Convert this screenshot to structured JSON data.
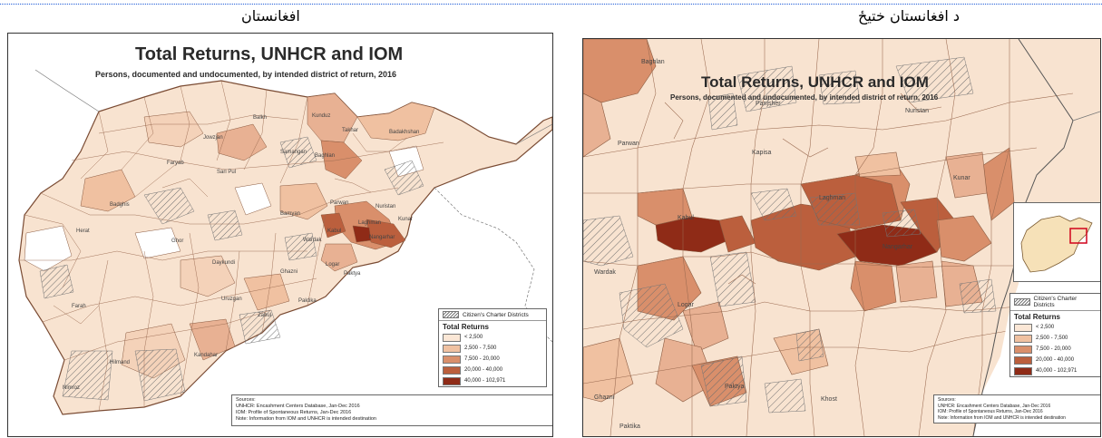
{
  "captions": {
    "left": "افغانستان",
    "right": "د افغانستان ختيځ"
  },
  "map_title": "Total Returns, UNHCR and IOM",
  "map_subtitle": "Persons, documented and undocumented, by intended district of return, 2016",
  "legend": {
    "cc_label": "Citizen's Charter Districts",
    "title": "Total Returns",
    "classes": [
      {
        "label": "< 2,500",
        "color": "#fbe7d6"
      },
      {
        "label": "2,500 - 7,500",
        "color": "#f0c1a1"
      },
      {
        "label": "7,500 - 20,000",
        "color": "#d98f6b"
      },
      {
        "label": "20,000 - 40,000",
        "color": "#bb5f3d"
      },
      {
        "label": "40,000 - 102,971",
        "color": "#8f2b17"
      }
    ]
  },
  "sources": {
    "heading": "Sources:",
    "line1": "UNHCR: Encashment Centers Database, Jan-Dec 2016",
    "line2": "IOM: Profile of Spontaneous Returns, Jan-Dec 2016",
    "line3": "Note: Information from IOM and UNHCR is intended destination"
  },
  "left_places": [
    "Jowzjan",
    "Balkh",
    "Kunduz",
    "Takhar",
    "Badakhshan",
    "Faryab",
    "Samangan",
    "Baghlan",
    "Sari Pul",
    "Badghis",
    "Nuristan",
    "Kunar",
    "Bamyan",
    "Parwan",
    "Kabul",
    "Laghman",
    "Nangarhar",
    "Herat",
    "Ghor",
    "Daykundi",
    "Wardak",
    "Logar",
    "Paktya",
    "Ghazni",
    "Uruzgan",
    "Farah",
    "Zabul",
    "Paktika",
    "Hilmand",
    "Kandahar",
    "Nimroz"
  ],
  "right_places": [
    "Baghlan",
    "Panjsher",
    "Nuristan",
    "Parwan",
    "Kapisa",
    "Kunar",
    "Laghman",
    "Kabul",
    "Nangarhar",
    "Wardak",
    "Logar",
    "Paktya",
    "Khost",
    "Ghazni",
    "Paktika"
  ]
}
